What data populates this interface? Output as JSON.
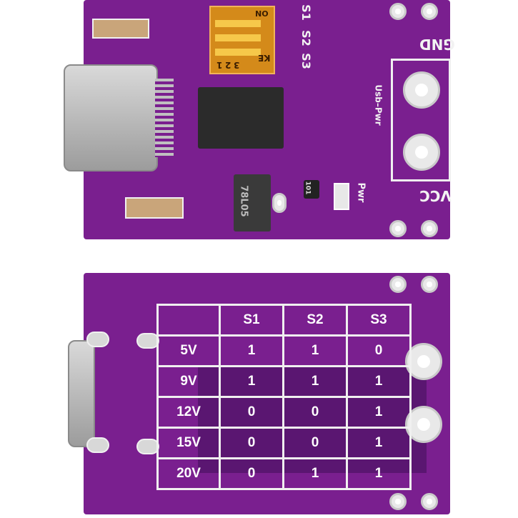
{
  "top": {
    "switch_labels": [
      "S1",
      "S2",
      "S3"
    ],
    "dip_marking_on": "ON",
    "dip_marking_ke": "KE",
    "dip_numbers": [
      "1",
      "2",
      "3"
    ],
    "gnd_label": "GND",
    "vcc_label": "VCC",
    "usb_pwr_label": "Usb–Pwr",
    "pwr_label": "Pwr",
    "regulator_marking": "78L05",
    "resistor_marking": "101"
  },
  "bottom": {
    "headers": [
      "S1",
      "S2",
      "S3"
    ],
    "rows": [
      {
        "voltage": "5V",
        "s1": "1",
        "s2": "1",
        "s3": "0"
      },
      {
        "voltage": "9V",
        "s1": "1",
        "s2": "1",
        "s3": "1"
      },
      {
        "voltage": "12V",
        "s1": "0",
        "s2": "0",
        "s3": "1"
      },
      {
        "voltage": "15V",
        "s1": "0",
        "s2": "0",
        "s3": "1"
      },
      {
        "voltage": "20V",
        "s1": "0",
        "s2": "1",
        "s3": "1"
      }
    ]
  },
  "colors": {
    "pcb": "#7a1f8f",
    "silkscreen": "#f2f2f2",
    "dip_switch": "#d48a1a"
  }
}
